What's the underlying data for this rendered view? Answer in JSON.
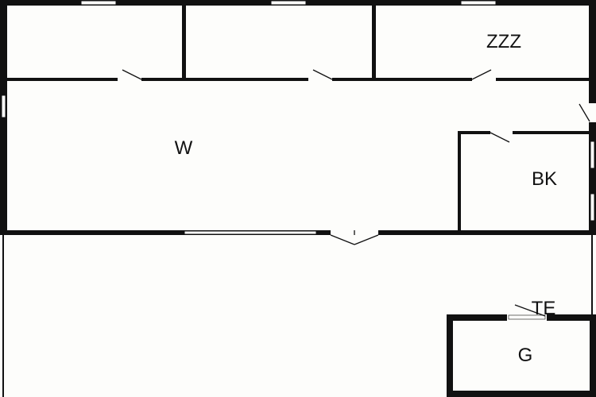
{
  "rooms": {
    "sleep": "ZZZ",
    "living": "W",
    "office": "BK",
    "terrace": "TE",
    "garage": "G"
  },
  "colors": {
    "wall": "#111111",
    "floor": "#fdfdfb"
  }
}
